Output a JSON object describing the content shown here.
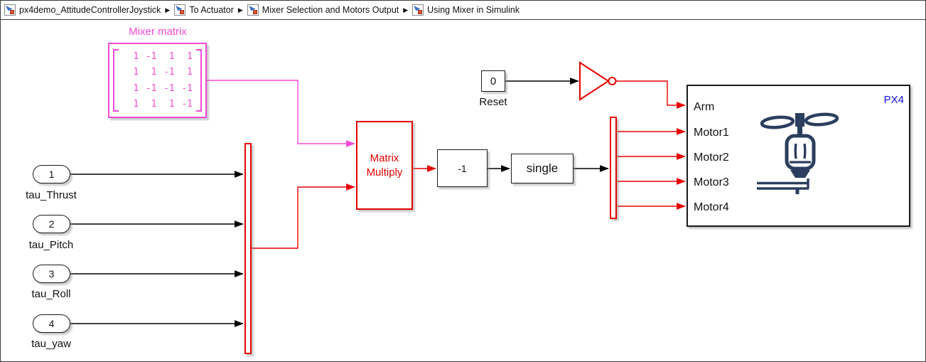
{
  "breadcrumb": {
    "separator": "▶",
    "items": [
      {
        "label": "px4demo_AttitudeControllerJoystick"
      },
      {
        "label": "To Actuator"
      },
      {
        "label": "Mixer Selection and Motors Output"
      },
      {
        "label": "Using Mixer in Simulink"
      }
    ]
  },
  "colors": {
    "red": "#e60000",
    "magenta": "#f24ad5",
    "blue": "#1212e0",
    "navy": "#2c3e5f"
  },
  "icons": {
    "breadcrumb_icon": "simulink-subsystem-icon",
    "px4_icon": "motor-propeller-icon"
  },
  "mixer": {
    "title": "Mixer matrix",
    "matrix": [
      [
        "1",
        "-1",
        "1",
        "1"
      ],
      [
        "1",
        "1",
        "-1",
        "1"
      ],
      [
        "1",
        "-1",
        "-1",
        "-1"
      ],
      [
        "1",
        "1",
        "1",
        "-1"
      ]
    ]
  },
  "inports": [
    {
      "number": "1",
      "label": "tau_Thrust"
    },
    {
      "number": "2",
      "label": "tau_Pitch"
    },
    {
      "number": "3",
      "label": "tau_Roll"
    },
    {
      "number": "4",
      "label": "tau_yaw"
    }
  ],
  "blocks": {
    "matrix_multiply": {
      "label": "Matrix Multiply"
    },
    "gain": {
      "label": "-1"
    },
    "convert": {
      "label": "single"
    },
    "reset_const": {
      "value": "0",
      "label": "Reset"
    }
  },
  "px4": {
    "title": "PX4",
    "ports": [
      "Arm",
      "Motor1",
      "Motor2",
      "Motor3",
      "Motor4"
    ]
  }
}
